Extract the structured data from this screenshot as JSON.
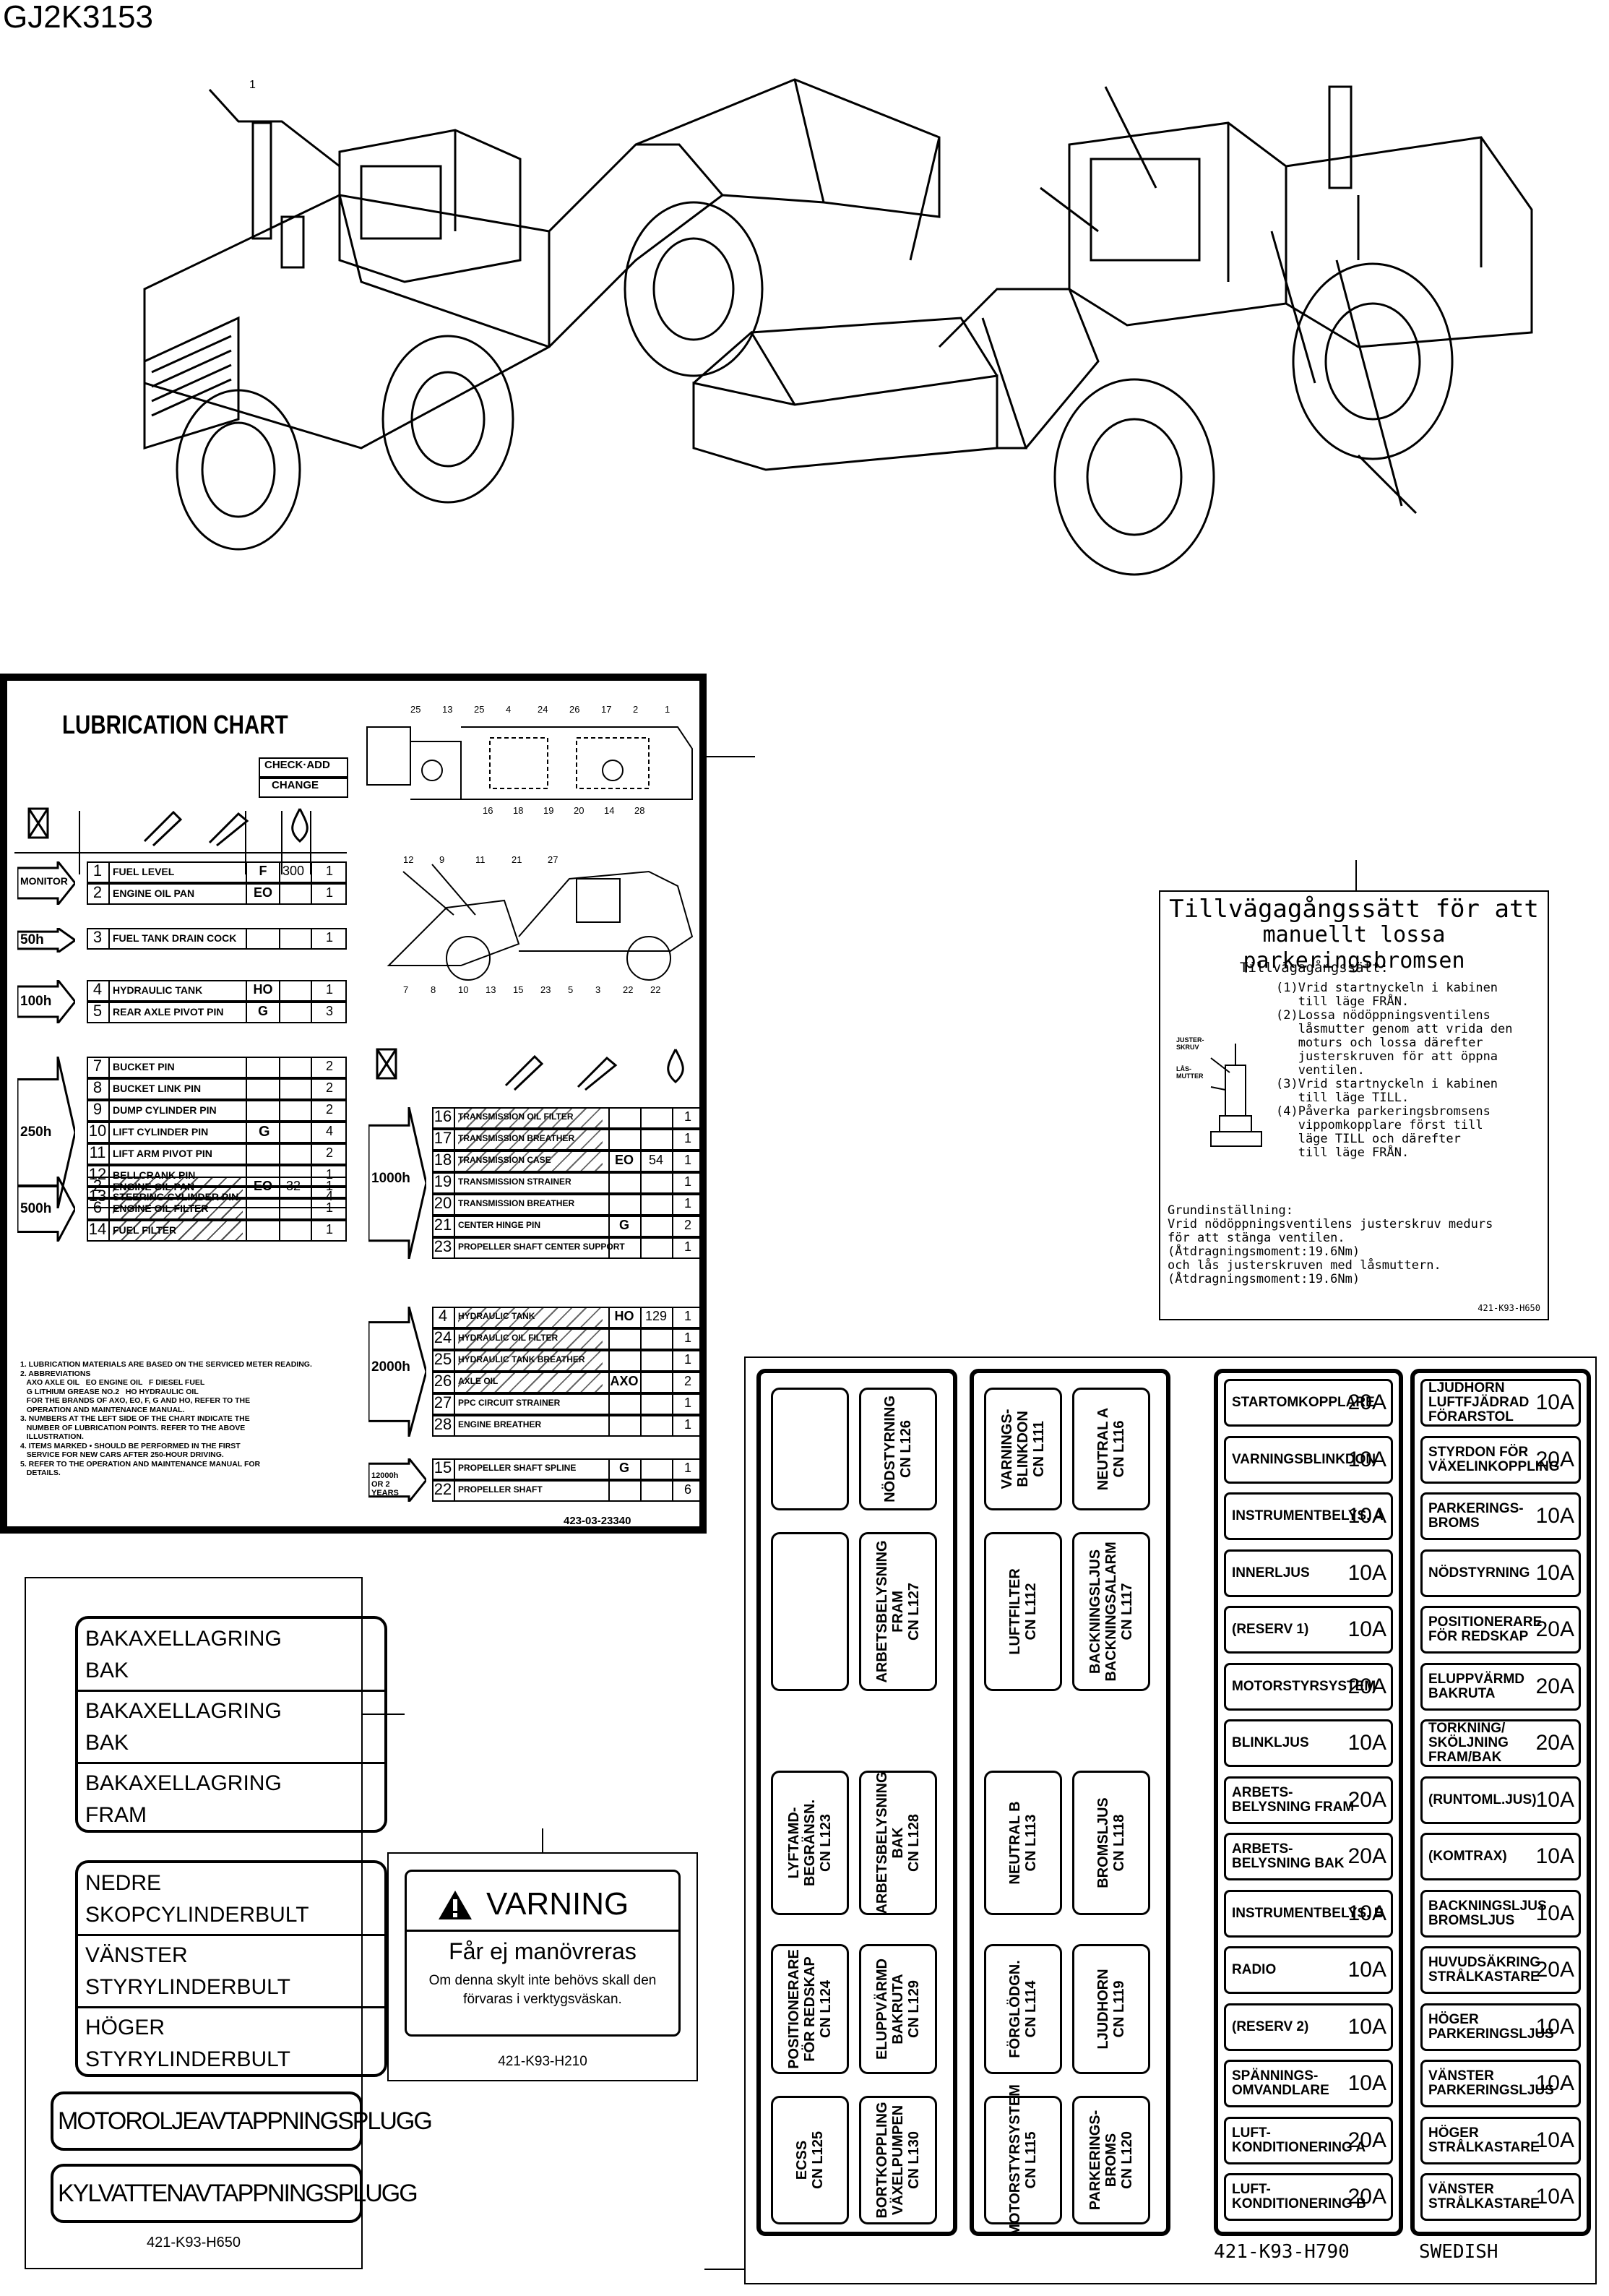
{
  "header": {
    "code": "GJ2K3153"
  },
  "callouts": {
    "c1": "1"
  },
  "lube": {
    "title": "LUBRICATION CHART",
    "check_add": "CHECK·ADD",
    "change": "CHANGE",
    "doc_no": "423-03-23340",
    "interval_top": [
      {
        "label": "MONITOR",
        "rows": [
          {
            "n": "1",
            "name": "FUEL LEVEL",
            "code": "F",
            "qty": "300",
            "cnt": "1"
          },
          {
            "n": "2",
            "name": "ENGINE OIL PAN",
            "code": "EO",
            "qty": "",
            "cnt": "1"
          }
        ]
      },
      {
        "label": "50h",
        "rows": [
          {
            "n": "3",
            "name": "FUEL TANK DRAIN COCK",
            "code": "",
            "qty": "",
            "cnt": "1"
          }
        ]
      },
      {
        "label": "100h",
        "rows": [
          {
            "n": "4",
            "name": "HYDRAULIC TANK",
            "code": "HO",
            "qty": "",
            "cnt": "1"
          },
          {
            "n": "5",
            "name": "REAR AXLE PIVOT PIN",
            "code": "G",
            "qty": "",
            "cnt": "3"
          }
        ]
      },
      {
        "label": "250h",
        "code": "G",
        "rows": [
          {
            "n": "7",
            "name": "BUCKET PIN",
            "cnt": "2"
          },
          {
            "n": "8",
            "name": "BUCKET LINK PIN",
            "cnt": "2"
          },
          {
            "n": "9",
            "name": "DUMP CYLINDER PIN",
            "cnt": "2"
          },
          {
            "n": "10",
            "name": "LIFT CYLINDER PIN",
            "cnt": "4"
          },
          {
            "n": "11",
            "name": "LIFT ARM PIVOT PIN",
            "cnt": "2"
          },
          {
            "n": "12",
            "name": "BELLCRANK PIN",
            "cnt": "1"
          },
          {
            "n": "13",
            "name": "STEERING CYLINDER PIN",
            "cnt": "4"
          }
        ]
      },
      {
        "label": "500h",
        "rows": [
          {
            "n": "2",
            "name": "ENGINE OIL PAN",
            "code": "EO",
            "qty": "32",
            "cnt": "1"
          },
          {
            "n": "6",
            "name": "ENGINE OIL FILTER",
            "code": "",
            "qty": "",
            "cnt": "1"
          },
          {
            "n": "14",
            "name": "FUEL FILTER",
            "code": "",
            "qty": "",
            "cnt": "1"
          }
        ]
      }
    ],
    "interval_right": [
      {
        "label": "1000h",
        "rows": [
          {
            "n": "16",
            "name": "TRANSMISSION OIL FILTER",
            "cnt": "1"
          },
          {
            "n": "17",
            "name": "TRANSMISSION BREATHER",
            "cnt": "1"
          },
          {
            "n": "18",
            "name": "TRANSMISSION CASE",
            "code": "EO",
            "qty": "54",
            "cnt": "1"
          },
          {
            "n": "19",
            "name": "TRANSMISSION STRAINER",
            "cnt": "1"
          },
          {
            "n": "20",
            "name": "TRANSMISSION BREATHER",
            "cnt": "1"
          },
          {
            "n": "21",
            "name": "CENTER HINGE PIN",
            "code": "G",
            "cnt": "2"
          },
          {
            "n": "23",
            "name": "PROPELLER SHAFT CENTER SUPPORT",
            "cnt": "1"
          }
        ]
      },
      {
        "label": "2000h",
        "rows": [
          {
            "n": "4",
            "name": "HYDRAULIC TANK",
            "code": "HO",
            "qty": "129",
            "cnt": "1"
          },
          {
            "n": "24",
            "name": "HYDRAULIC OIL FILTER",
            "cnt": "1"
          },
          {
            "n": "25",
            "name": "HYDRAULIC TANK BREATHER",
            "cnt": "1"
          },
          {
            "n": "26",
            "name": "AXLE OIL",
            "code": "AXO",
            "cnt": "2"
          },
          {
            "n": "27",
            "name": "PPC CIRCUIT STRAINER",
            "cnt": "1"
          },
          {
            "n": "28",
            "name": "ENGINE BREATHER",
            "cnt": "1"
          }
        ]
      },
      {
        "label": "12000h OR 2 YEARS",
        "rows": [
          {
            "n": "15",
            "name": "PROPELLER SHAFT SPLINE",
            "code": "G",
            "cnt": "1"
          },
          {
            "n": "22",
            "name": "PROPELLER SHAFT",
            "cnt": "6"
          }
        ]
      }
    ],
    "notes": [
      "1. LUBRICATION MATERIALS ARE BASED ON THE SERVICED METER READING.",
      "2. ABBREVIATIONS",
      "   AXO AXLE OIL   EO ENGINE OIL   F DIESEL FUEL",
      "   G LITHIUM GREASE NO.2   HO HYDRAULIC OIL",
      "   FOR THE BRANDS OF AXO, EO, F, G AND HO, REFER TO THE",
      "   OPERATION AND MAINTENANCE MANUAL.",
      "3. NUMBERS AT THE LEFT SIDE OF THE CHART INDICATE THE",
      "   NUMBER OF LUBRICATION POINTS. REFER TO THE ABOVE",
      "   ILLUSTRATION.",
      "4. ITEMS MARKED • SHOULD BE PERFORMED IN THE FIRST",
      "   SERVICE FOR NEW CARS AFTER 250-HOUR DRIVING.",
      "5. REFER TO THE OPERATION AND MAINTENANCE MANUAL FOR",
      "   DETAILS."
    ],
    "diag_nums_top": [
      "25",
      "13",
      "25",
      "4",
      "24",
      "26",
      "17",
      "2",
      "1",
      "16",
      "18",
      "19",
      "20",
      "14",
      "28"
    ],
    "diag_nums_bot": [
      "12",
      "9",
      "11",
      "21",
      "27",
      "7",
      "8",
      "10",
      "13",
      "15",
      "23",
      "5",
      "3",
      "22",
      "22"
    ]
  },
  "procedure": {
    "title1": "Tillvägagångssätt för att",
    "title2": "manuellt lossa parkeringsbromsen",
    "sub": "Tillvägagångssätt:",
    "steps": "(1)Vrid startnyckeln i kabinen\n   till läge FRÅN.\n(2)Lossa nödöppningsventilens\n   låsmutter genom att vrida den\n   moturs och lossa därefter\n   justerskruven för att öppna\n   ventilen.\n(3)Vrid startnyckeln i kabinen\n   till läge TILL.\n(4)Påverka parkeringsbromsens\n   vippomkopplare först till\n   läge TILL och därefter\n   till läge FRÅN.",
    "fig1": "JUSTER-\nSKRUV",
    "fig2": "LÅS-\nMUTTER",
    "base": "Grundinställning:\nVrid nödöppningsventilens justerskruv medurs\nför att stänga ventilen.\n(Åtdragningsmoment:19.6Nm)\noch lås justerskruven med låsmuttern.\n(Åtdragningsmoment:19.6Nm)",
    "doc": "421-K93-H650"
  },
  "labels": {
    "group1": [
      "BAKAXELLAGRING\nBAK",
      "BAKAXELLAGRING\nBAK",
      "BAKAXELLAGRING\nFRAM"
    ],
    "group2": [
      "NEDRE\nSKOPCYLINDERBULT",
      "VÄNSTER\nSTYRYLINDERBULT",
      "HÖGER\nSTYRYLINDERBULT"
    ],
    "single1": "MOTOROLJEAVTAPPNINGSPLUGG",
    "single2": "KYLVATTENAVTAPPNINGSPLUGG",
    "doc": "421-K93-H650"
  },
  "warning": {
    "title": "VARNING",
    "line1": "Får ej manövreras",
    "line2": "Om denna skylt inte behövs skall den",
    "line3": "förvaras i verktygsväskan.",
    "doc": "421-K93-H210"
  },
  "fuse": {
    "conn_a": [
      {
        "id": "a1",
        "text": ""
      },
      {
        "id": "a2",
        "text": "NÖDSTYRNING\nCN L126"
      },
      {
        "id": "a3",
        "text": ""
      },
      {
        "id": "a4",
        "text": "ARBETSBELYSNING\nFRAM\nCN L127"
      },
      {
        "id": "a5",
        "text": "LYFTAMD-\nBEGRÄNSN.\nCN L123"
      },
      {
        "id": "a6",
        "text": "ARBETSBELYSNING\nBAK\nCN L128"
      },
      {
        "id": "a7",
        "text": "POSITIONERARE\nFÖR REDSKAP\nCN L124"
      },
      {
        "id": "a8",
        "text": "ELUPPVÄRMD\nBAKRUTA\nCN L129"
      },
      {
        "id": "a9",
        "text": "ECSS\nCN L125"
      },
      {
        "id": "a10",
        "text": "BORTKOPPLING\nVÄXELPUMPEN\nCN L130"
      }
    ],
    "conn_b": [
      {
        "id": "b1",
        "text": "VARNINGS-\nBLINKDON\nCN L111"
      },
      {
        "id": "b2",
        "text": "NEUTRAL A\nCN L116"
      },
      {
        "id": "b3",
        "text": "LUFTFILTER\nCN L112"
      },
      {
        "id": "b4",
        "text": "BACKNINGSLJUS\nBACKNINGSALARM\nCN L117"
      },
      {
        "id": "b5",
        "text": "NEUTRAL B\nCN L113"
      },
      {
        "id": "b6",
        "text": "BROMSLJUS\nCN L118"
      },
      {
        "id": "b7",
        "text": "FÖRGLÖDGN.\nCN L114"
      },
      {
        "id": "b8",
        "text": "LJUDHORN\nCN L119"
      },
      {
        "id": "b9",
        "text": "MOTORSTYRSYSTEM\nCN L115"
      },
      {
        "id": "b10",
        "text": "PARKERINGS-\nBROMS\nCN L120"
      }
    ],
    "col1": [
      {
        "name": "STARTOMKOPPLARE",
        "amp": "20A"
      },
      {
        "name": "VARNINGSBLINKDON",
        "amp": "10A"
      },
      {
        "name": "INSTRUMENTBELYS. A",
        "amp": "10A"
      },
      {
        "name": "INNERLJUS",
        "amp": "10A"
      },
      {
        "name": "(RESERV 1)",
        "amp": "10A"
      },
      {
        "name": "MOTORSTYRSYSTEM",
        "amp": "20A"
      },
      {
        "name": "BLINKLJUS",
        "amp": "10A"
      },
      {
        "name": "ARBETS-\nBELYSNING FRAM",
        "amp": "20A"
      },
      {
        "name": "ARBETS-\nBELYSNING BAK",
        "amp": "20A"
      },
      {
        "name": "INSTRUMENTBELYS. B",
        "amp": "10A"
      },
      {
        "name": "RADIO",
        "amp": "10A"
      },
      {
        "name": "(RESERV 2)",
        "amp": "10A"
      },
      {
        "name": "SPÄNNINGS-\nOMVANDLARE",
        "amp": "10A"
      },
      {
        "name": "LUFT-\nKONDITIONERING A",
        "amp": "20A"
      },
      {
        "name": "LUFT-\nKONDITIONERING B",
        "amp": "20A"
      }
    ],
    "col2": [
      {
        "name": "LJUDHORN\nLUFTFJÄDRAD\nFÖRARSTOL",
        "amp": "10A"
      },
      {
        "name": "STYRDON FÖR\nVÄXELINKOPPLING",
        "amp": "20A"
      },
      {
        "name": "PARKERINGS-\nBROMS",
        "amp": "10A"
      },
      {
        "name": "NÖDSTYRNING",
        "amp": "10A"
      },
      {
        "name": "POSITIONERARE\nFÖR REDSKAP",
        "amp": "20A"
      },
      {
        "name": "ELUPPVÄRMD\nBAKRUTA",
        "amp": "20A"
      },
      {
        "name": "TORKNING/\nSKÖLJNING\nFRAM/BAK",
        "amp": "20A"
      },
      {
        "name": "(RUNTOML.JUS)",
        "amp": "10A"
      },
      {
        "name": "(KOMTRAX)",
        "amp": "10A"
      },
      {
        "name": "BACKNINGSLJUS\nBROMSLJUS",
        "amp": "10A"
      },
      {
        "name": "HUVUDSÄKRING\nSTRÅLKASTARE",
        "amp": "20A"
      },
      {
        "name": "HÖGER\nPARKERINGSLJUS",
        "amp": "10A"
      },
      {
        "name": "VÄNSTER\nPARKERINGSLJUS",
        "amp": "10A"
      },
      {
        "name": "HÖGER\nSTRÅLKASTARE",
        "amp": "10A"
      },
      {
        "name": "VÄNSTER\nSTRÅLKASTARE",
        "amp": "10A"
      }
    ],
    "doc": "421-K93-H790",
    "lang": "SWEDISH"
  }
}
